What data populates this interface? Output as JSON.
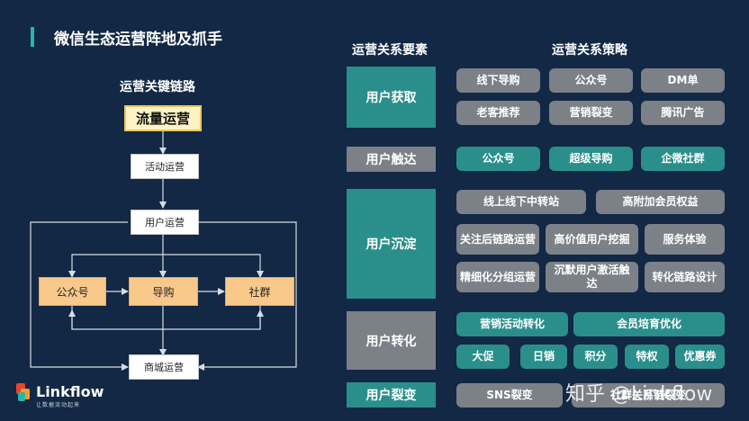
{
  "title": "微信生态运营阵地及抓手",
  "left": {
    "heading": "运营关键链路",
    "nodes": {
      "traffic": "流量运营",
      "activity": "活动运营",
      "user": "用户运营",
      "official": "公众号",
      "guide": "导购",
      "community": "社群",
      "mall": "商城运营"
    }
  },
  "columns": {
    "elements": "运营关系要素",
    "strategies": "运营关系策略"
  },
  "rows": [
    {
      "element": "用户获取",
      "strategies": [
        "线下导购",
        "公众号",
        "DM单",
        "老客推荐",
        "营销裂变",
        "腾讯广告"
      ]
    },
    {
      "element": "用户触达",
      "strategies": [
        "公众号",
        "超级导购",
        "企微社群"
      ]
    },
    {
      "element": "用户沉淀",
      "strategies": [
        "线上线下中转站",
        "高附加会员权益",
        "关注后链路运营",
        "高价值用户挖掘",
        "服务体验",
        "精细化分组运营",
        "沉默用户激活触达",
        "转化链路设计"
      ]
    },
    {
      "element": "用户转化",
      "strategies": [
        "营销活动转化",
        "会员培育优化",
        "大促",
        "日销",
        "积分",
        "特权",
        "优惠券"
      ]
    },
    {
      "element": "用户裂变",
      "strategies": [
        "SNS裂变",
        "社群关系链裂变"
      ]
    }
  ],
  "brand": {
    "name": "Linkflow",
    "tagline": "让数据流动起来"
  },
  "watermark": "知乎 @Linkflow",
  "colors": {
    "background": "#122845",
    "teal": "#2a8f8a",
    "gray": "#7c8087",
    "accent": "#2bb5a5",
    "highlight": "#fdf3c6",
    "orange": "#f9c98c"
  }
}
